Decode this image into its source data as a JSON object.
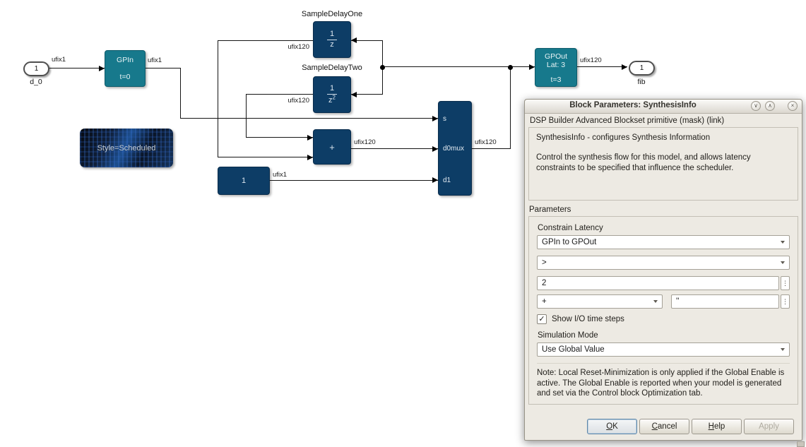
{
  "diagram": {
    "input_port": {
      "number": "1",
      "name": "d_0",
      "signal": "ufix1"
    },
    "gpin": {
      "title": "GPIn",
      "time": "t=0",
      "out_signal": "ufix1"
    },
    "delay_one": {
      "name": "SampleDelayOne",
      "numerator": "1",
      "denominator": "z",
      "out_signal": "ufix120"
    },
    "delay_two": {
      "name": "SampleDelayTwo",
      "numerator": "1",
      "denominator": "z",
      "exponent": "2",
      "out_signal": "ufix120"
    },
    "adder": {
      "symbol": "+",
      "out_signal": "ufix120"
    },
    "constant": {
      "value": "1",
      "out_signal": "ufix1"
    },
    "mux": {
      "name": "mux",
      "port_s": "s",
      "port_d0": "d0",
      "port_d1": "d1",
      "out_signal": "ufix120"
    },
    "gpout": {
      "title": "GPOut",
      "latency": "Lat: 3",
      "time": "t=3",
      "out_signal": "ufix120"
    },
    "output_port": {
      "number": "1",
      "name": "fib"
    },
    "style_note": {
      "label": "Style=Scheduled"
    }
  },
  "dialog": {
    "title": "Block Parameters: SynthesisInfo",
    "titlebar_icons": [
      {
        "name": "shade-icon",
        "glyph": "∨"
      },
      {
        "name": "unshade-icon",
        "glyph": "∧"
      },
      {
        "name": "close-icon",
        "glyph": "×"
      }
    ],
    "subtitle": "DSP Builder Advanced Blockset primitive (mask) (link)",
    "description_line1": "SynthesisInfo - configures Synthesis Information",
    "description_line2": "Control the synthesis flow for this model, and allows latency constraints to be specified that influence the scheduler.",
    "section_label": "Parameters",
    "constrain_latency_label": "Constrain Latency",
    "constrain_latency_value": "GPIn to GPOut",
    "operator_value": ">",
    "latency_value": "2",
    "plus_value": "+",
    "string_value": "''",
    "menu_glyph": "⋮",
    "checkbox": {
      "checked_glyph": "✓",
      "label": "Show I/O time steps"
    },
    "simulation_mode_label": "Simulation Mode",
    "simulation_mode_value": "Use Global Value",
    "note": "Note: Local Reset-Minimization is only applied if the Global Enable is active. The Global Enable is reported when your model is generated and set via the Control block Optimization tab.",
    "buttons": {
      "ok_key": "O",
      "ok_rest": "K",
      "cancel_key": "C",
      "cancel_rest": "ancel",
      "help_key": "H",
      "help_rest": "elp",
      "apply_label": "Apply"
    }
  },
  "colors": {
    "teal": "#17798c",
    "navy": "#0d3d66"
  }
}
